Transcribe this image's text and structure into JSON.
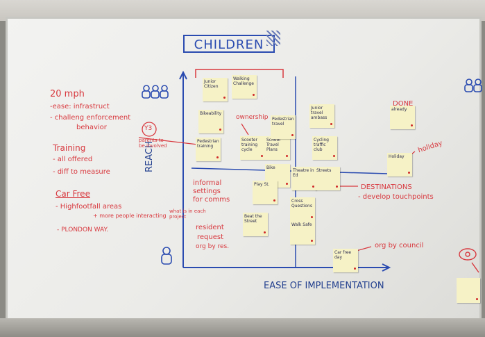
{
  "title": "CHILDREN",
  "axes": {
    "x_label": "EASE OF IMPLEMENTATION",
    "y_label": "REACH"
  },
  "left_notes": {
    "speed": [
      "20 mph",
      "-ease: infrastruct",
      "- challeng enforcement",
      "behavior"
    ],
    "training": [
      "Training",
      "- all offered",
      "- diff to measure"
    ],
    "car_free": [
      "Car Free",
      "- Highfootfall areas",
      "+ more people interacting",
      "- PLONDON WAY."
    ]
  },
  "annotations": {
    "yes_circle": "Y3",
    "parents": "parents to be involved",
    "ownership": "ownership",
    "informal": [
      "informal",
      "settings",
      "for comms"
    ],
    "what_is": "what is in each project",
    "resident": [
      "resident",
      "request",
      "org by res."
    ],
    "destinations": [
      "DESTINATIONS",
      "- develop touchpoints"
    ],
    "org_by_council": "org by council",
    "done": [
      "DONE",
      "already"
    ],
    "holiday": "holiday"
  },
  "sticky_notes": [
    "Junior Citizen",
    "Walking Challenge",
    "Bikeability",
    "Pedestrian training",
    "Scooter training cycle",
    "School Travel Plans",
    "Pedestrian travel",
    "Junior travel ambass",
    "Cycling traffic club",
    "Theatre in Ed",
    "Streets",
    "Cross Questions",
    "Walk Safe",
    "Car free day",
    "Beat the Street",
    "Holiday",
    "Bike",
    "Play St."
  ],
  "colors": {
    "marker_red": "#d8383e",
    "marker_blue": "#23408f",
    "sticky": "#f6f2c6"
  }
}
